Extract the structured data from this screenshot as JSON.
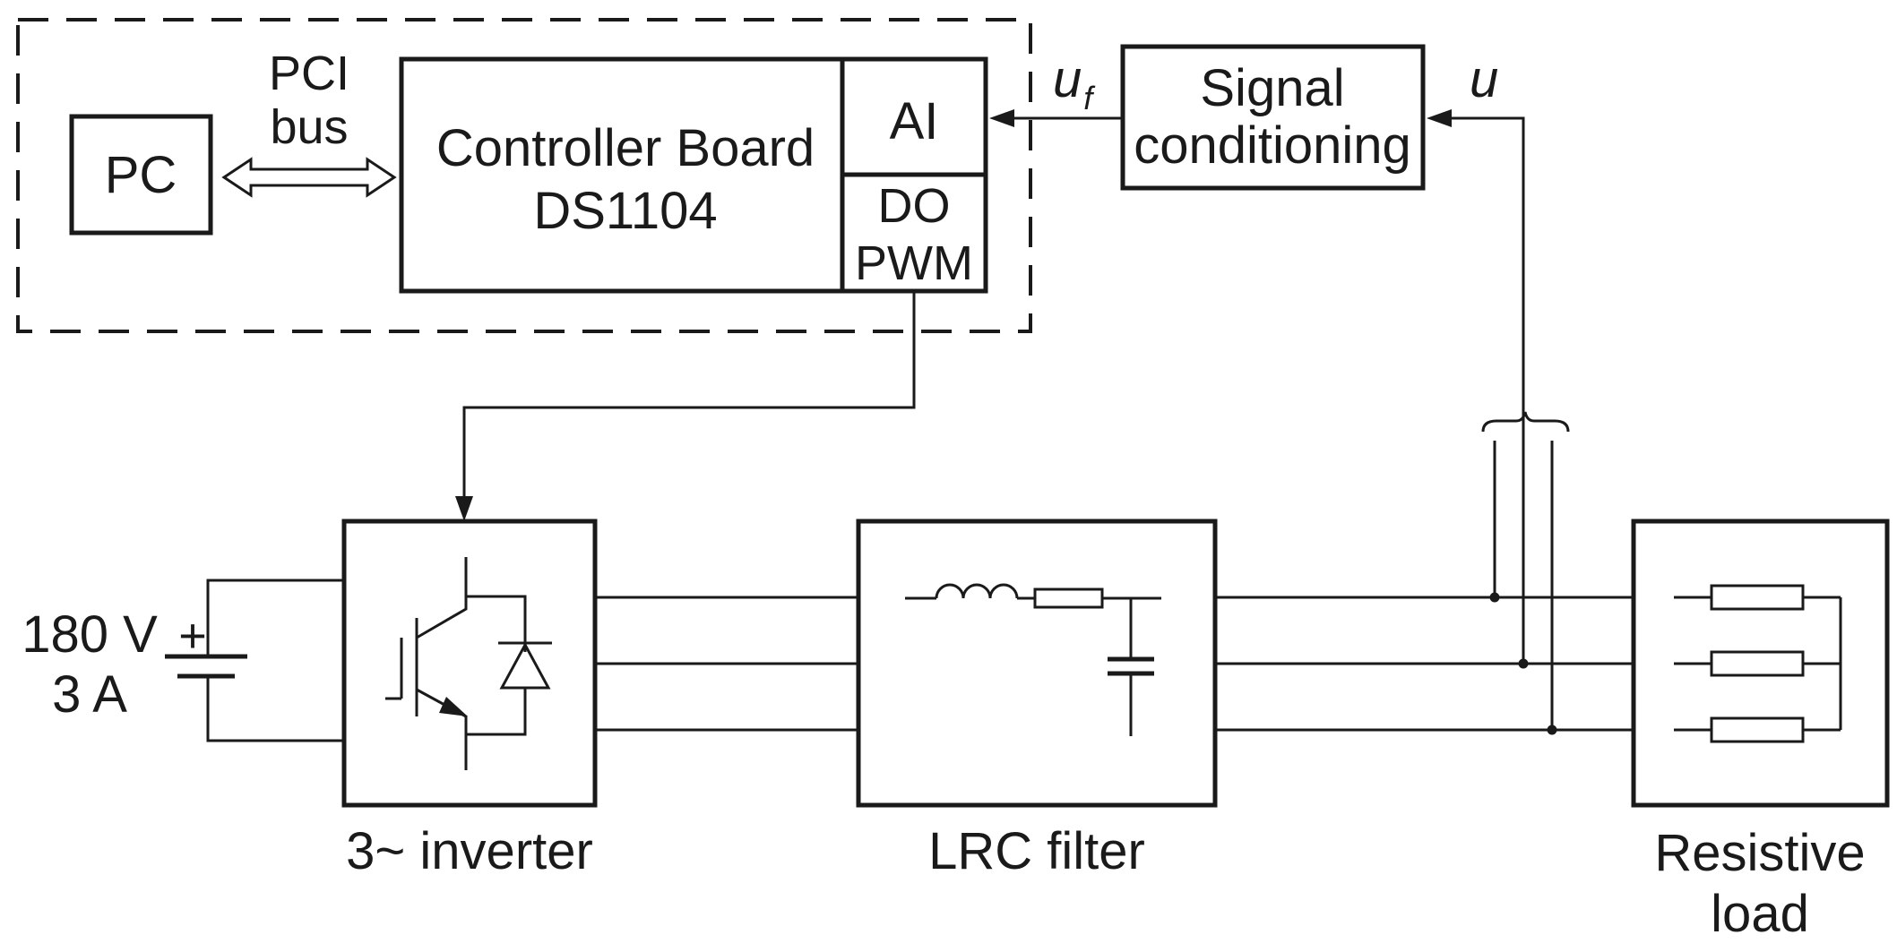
{
  "labels": {
    "pc": "PC",
    "pci_line1": "PCI",
    "pci_line2": "bus",
    "controller_line1": "Controller Board",
    "controller_line2": "DS1104",
    "ai": "AI",
    "do": "DO",
    "pwm": "PWM",
    "uf_main": "u",
    "uf_sub": "f",
    "u": "u",
    "signal_line1": "Signal",
    "signal_line2": "conditioning",
    "source_line1": "180 V",
    "source_line2": "3 A",
    "plus": "+",
    "inverter": "3~ inverter",
    "lrc": "LRC filter",
    "load_line1": "Resistive",
    "load_line2": "load"
  }
}
